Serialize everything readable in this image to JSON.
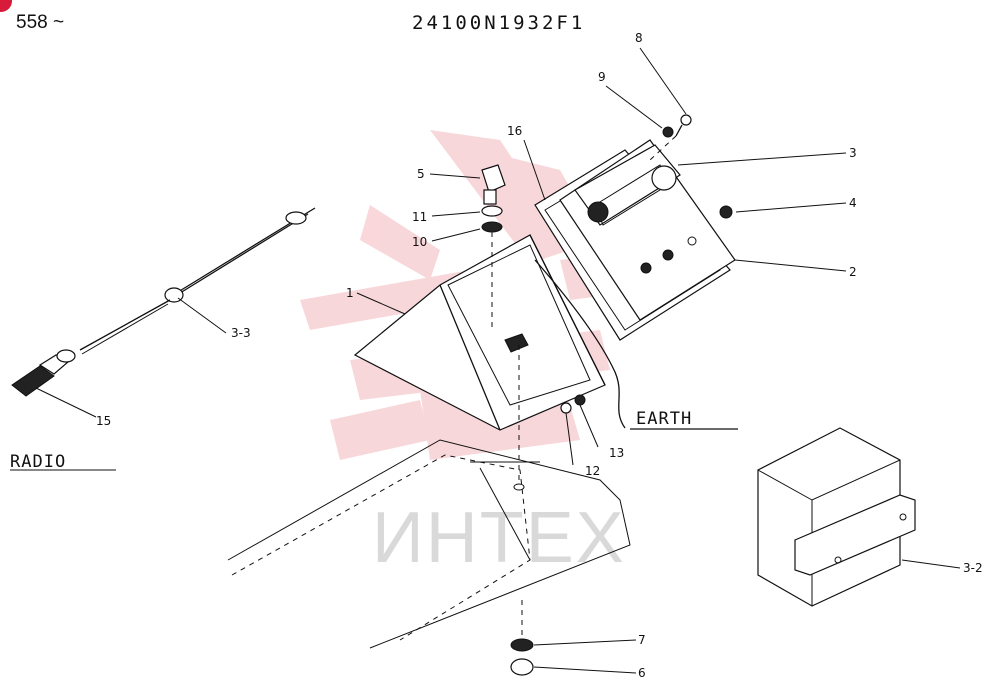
{
  "header": {
    "left": "558 ~",
    "code": "24100N1932F1"
  },
  "watermark": {
    "text": "ИНТЕХ",
    "color": "#c9c9c9",
    "emblem_color": "#f4b7bd"
  },
  "labels": {
    "earth": "EARTH",
    "radio": "RADIO",
    "p1": "1",
    "p2": "2",
    "p3": "3",
    "p3_2": "3-2",
    "p3_3": "3-3",
    "p4": "4",
    "p5": "5",
    "p6": "6",
    "p7": "7",
    "p8": "8",
    "p9": "9",
    "p10": "10",
    "p11": "11",
    "p12": "12",
    "p13": "13",
    "p15": "15",
    "p16": "16"
  },
  "colors": {
    "line": "#111111",
    "accent": "#d81b3a"
  }
}
